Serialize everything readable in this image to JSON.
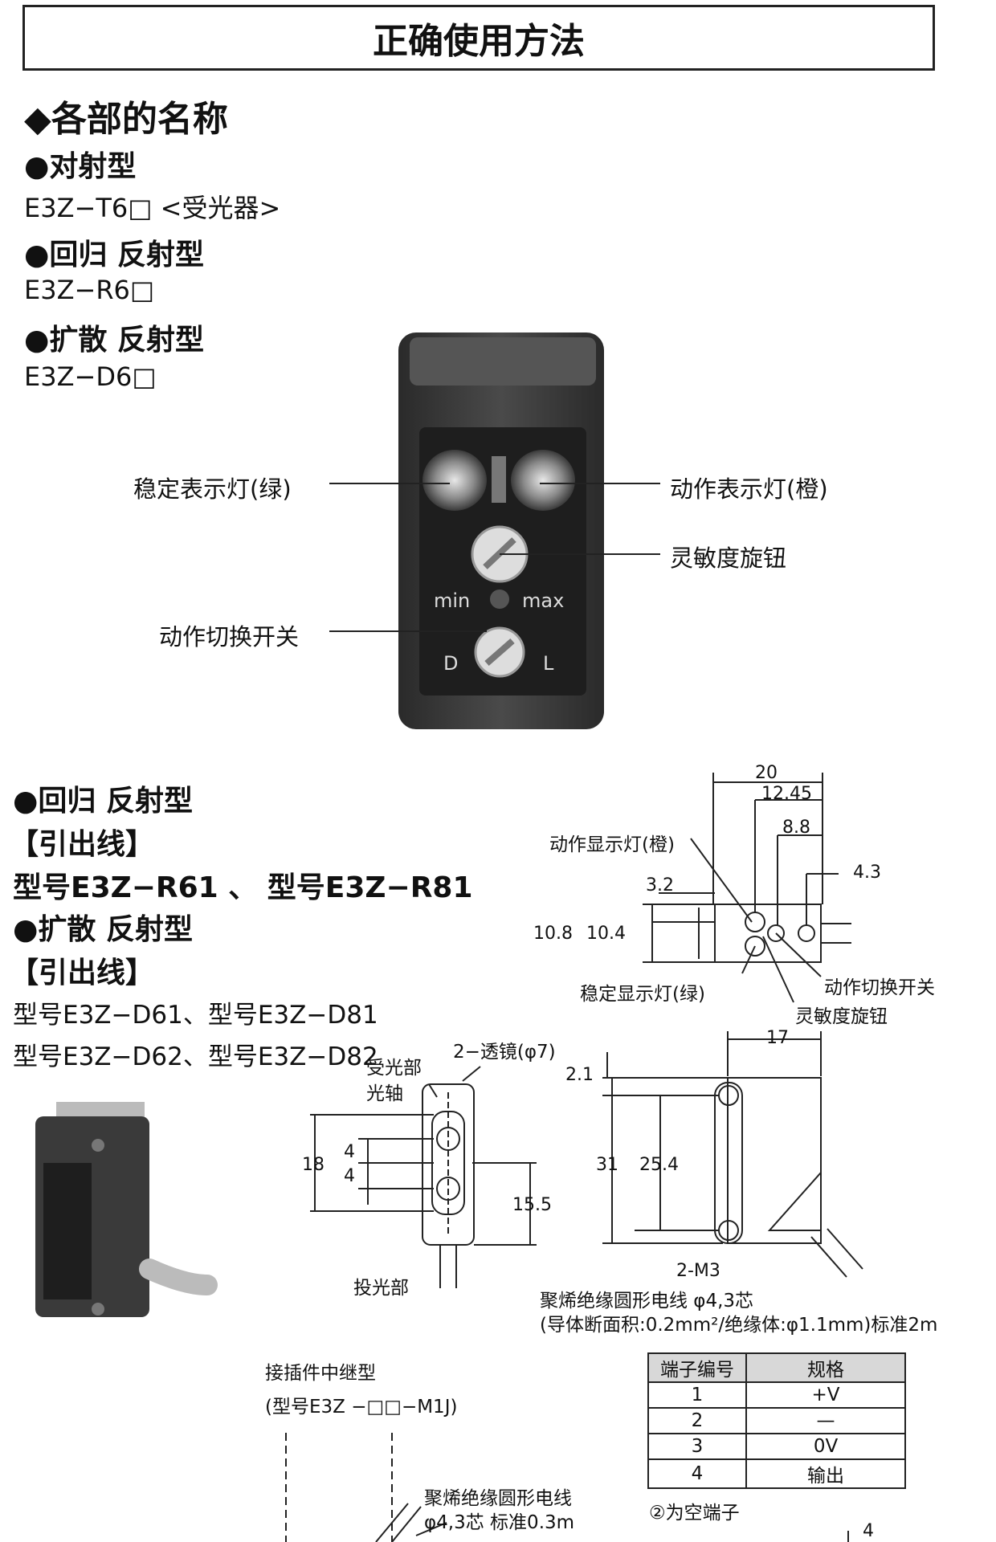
{
  "page_title": "正确使用方法",
  "section_names": "◆各部的名称",
  "types": [
    {
      "heading": "●对射型",
      "model": "E3Z−T6□ <受光器>"
    },
    {
      "heading": "●回归 反射型",
      "model": "E3Z−R6□"
    },
    {
      "heading": "●扩散 反射型",
      "model": "E3Z−D6□"
    }
  ],
  "photo_callouts": {
    "stable_light": "稳定表示灯(绿)",
    "operation_light": "动作表示灯(橙)",
    "sensitivity_knob": "灵敏度旋钮",
    "mode_switch": "动作切换开关",
    "knob_min": "min",
    "knob_max": "max",
    "switch_d": "D",
    "switch_l": "L"
  },
  "lower_left": {
    "retro_heading": "●回归 反射型",
    "retro_lead": "【引出线】",
    "retro_models": "型号E3Z−R61 、 型号E3Z−R81",
    "diffuse_heading": "●扩散 反射型",
    "diffuse_lead": "【引出线】",
    "diffuse_models_1": "型号E3Z−D61、型号E3Z−D81",
    "diffuse_models_2": "型号E3Z−D62、型号E3Z−D82"
  },
  "top_view": {
    "dim_20": "20",
    "dim_12_45": "12.45",
    "dim_8_8": "8.8",
    "dim_4_3": "4.3",
    "dim_3_2": "3.2",
    "dim_10_8": "10.8",
    "dim_10_4": "10.4",
    "op_light": "动作显示灯(橙)",
    "stable_light": "稳定显示灯(绿)",
    "mode_switch": "动作切换开关",
    "sensitivity_knob": "灵敏度旋钮"
  },
  "front_view": {
    "receiver": "受光部",
    "optical_axis": "光轴",
    "lens": "2−透镜(φ7)",
    "dim_18": "18",
    "dim_4a": "4",
    "dim_4b": "4",
    "dim_15_5": "15.5",
    "emitter": "投光部"
  },
  "side_view": {
    "dim_17": "17",
    "dim_2_1": "2.1",
    "dim_31": "31",
    "dim_25_4": "25.4",
    "screws": "2-M3",
    "cable_1": "聚烯绝缘圆形电线 φ4,3芯",
    "cable_2": "(导体断面积:0.2mm²/绝缘体:φ1.1mm)标准2m"
  },
  "connector": {
    "label": "接插件中继型",
    "model": "(型号E3Z −□□−M1J)",
    "cable_1": "聚烯绝缘圆形电线",
    "cable_2": "φ4,3芯 标准0.3m",
    "pin_mark": "4"
  },
  "terminal_table": {
    "headers": [
      "端子编号",
      "规格"
    ],
    "rows": [
      [
        "1",
        "+V"
      ],
      [
        "2",
        "—"
      ],
      [
        "3",
        "0V"
      ],
      [
        "4",
        "输出"
      ]
    ],
    "note": "②为空端子"
  }
}
